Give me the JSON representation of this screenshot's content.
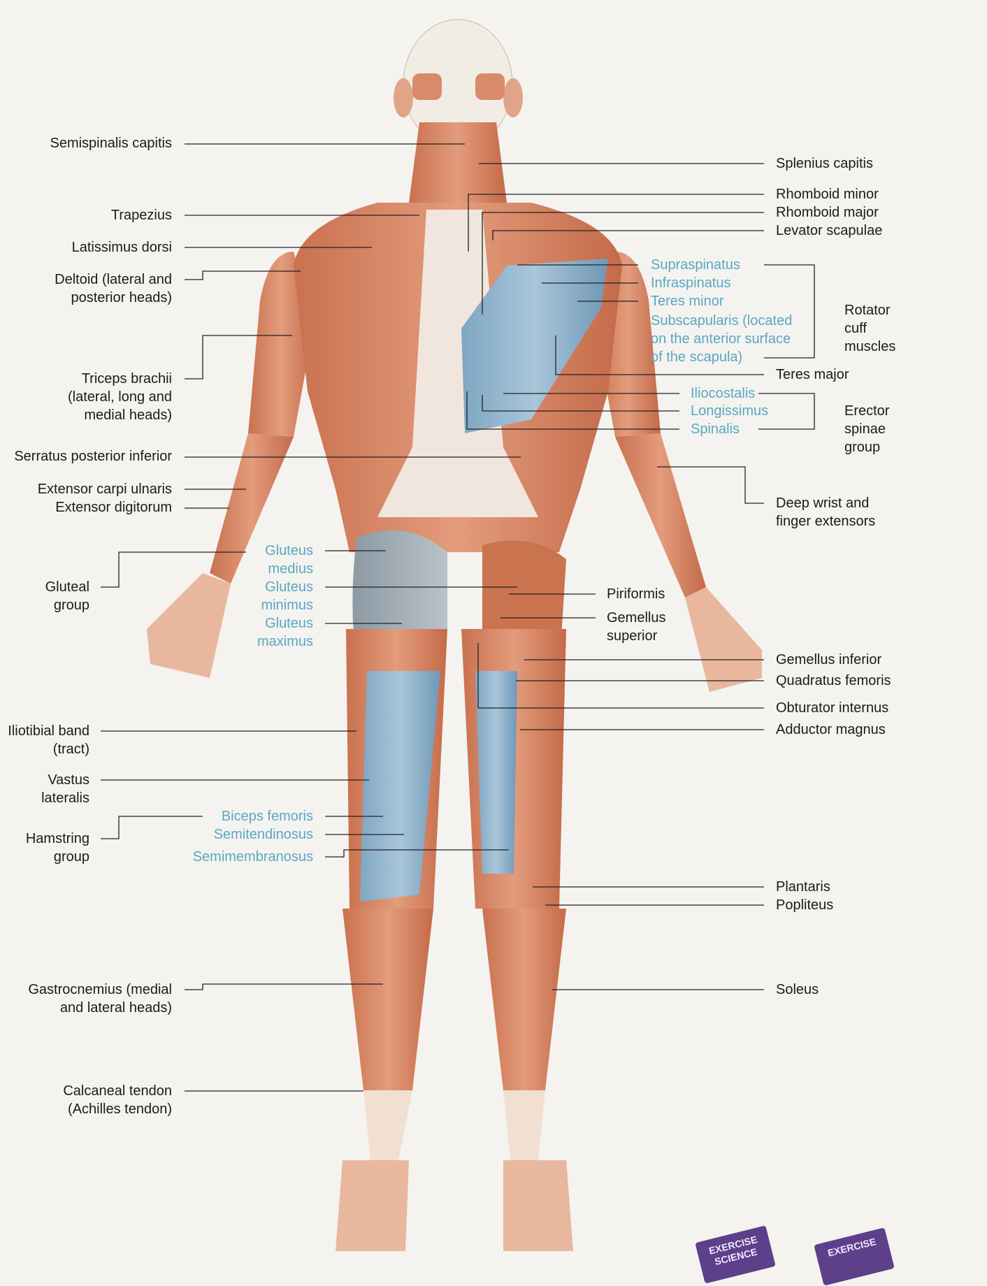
{
  "labels": {
    "semispinalis_capitis": "Semispinalis capitis",
    "trapezius": "Trapezius",
    "latissimus_dorsi": "Latissimus dorsi",
    "deltoid_1": "Deltoid (lateral and",
    "deltoid_2": "posterior heads)",
    "triceps_1": "Triceps brachii",
    "triceps_2": "(lateral, long and",
    "triceps_3": "medial heads)",
    "serratus_posterior_inferior": "Serratus posterior inferior",
    "extensor_carpi_ulnaris": "Extensor carpi ulnaris",
    "extensor_digitorum": "Extensor digitorum",
    "gluteal_group_1": "Gluteal",
    "gluteal_group_2": "group",
    "gluteus_medius_1": "Gluteus",
    "gluteus_medius_2": "medius",
    "gluteus_minimus_1": "Gluteus",
    "gluteus_minimus_2": "minimus",
    "gluteus_maximus_1": "Gluteus",
    "gluteus_maximus_2": "maximus",
    "iliotibial_1": "Iliotibial band",
    "iliotibial_2": "(tract)",
    "vastus_1": "Vastus",
    "vastus_2": "lateralis",
    "hamstring_1": "Hamstring",
    "hamstring_2": "group",
    "biceps_femoris": "Biceps femoris",
    "semitendinosus": "Semitendinosus",
    "semimembranosus": "Semimembranosus",
    "gastrocnemius_1": "Gastrocnemius (medial",
    "gastrocnemius_2": "and lateral heads)",
    "calcaneal_1": "Calcaneal tendon",
    "calcaneal_2": "(Achilles tendon)",
    "splenius_capitis": "Splenius capitis",
    "rhomboid_minor": "Rhomboid minor",
    "rhomboid_major": "Rhomboid major",
    "levator_scapulae": "Levator scapulae",
    "supraspinatus": "Supraspinatus",
    "infraspinatus": "Infraspinatus",
    "teres_minor": "Teres minor",
    "subscapularis_1": "Subscapularis (located",
    "subscapularis_2": "on the anterior surface",
    "subscapularis_3": "of the scapula)",
    "rotator_1": "Rotator",
    "rotator_2": "cuff",
    "rotator_3": "muscles",
    "teres_major": "Teres major",
    "iliocostalis": "Iliocostalis",
    "longissimus": "Longissimus",
    "spinalis": "Spinalis",
    "erector_1": "Erector",
    "erector_2": "spinae",
    "erector_3": "group",
    "deep_wrist_1": "Deep wrist and",
    "deep_wrist_2": "finger extensors",
    "piriformis": "Piriformis",
    "gemellus_superior_1": "Gemellus",
    "gemellus_superior_2": "superior",
    "gemellus_inferior": "Gemellus inferior",
    "quadratus_femoris": "Quadratus femoris",
    "obturator_internus": "Obturator internus",
    "adductor_magnus": "Adductor magnus",
    "plantaris": "Plantaris",
    "popliteus": "Popliteus",
    "soleus": "Soleus"
  },
  "book_covers": {
    "left_1": "EXERCISE",
    "left_2": "SCIENCE",
    "right_1": "EXERCISE"
  },
  "colors": {
    "muscle": "#d98a6a",
    "muscle_dark": "#b45f44",
    "tendon": "#f3e7dc",
    "highlight_blue": "#8fb3cd",
    "blue_text": "#5aa7c3"
  }
}
